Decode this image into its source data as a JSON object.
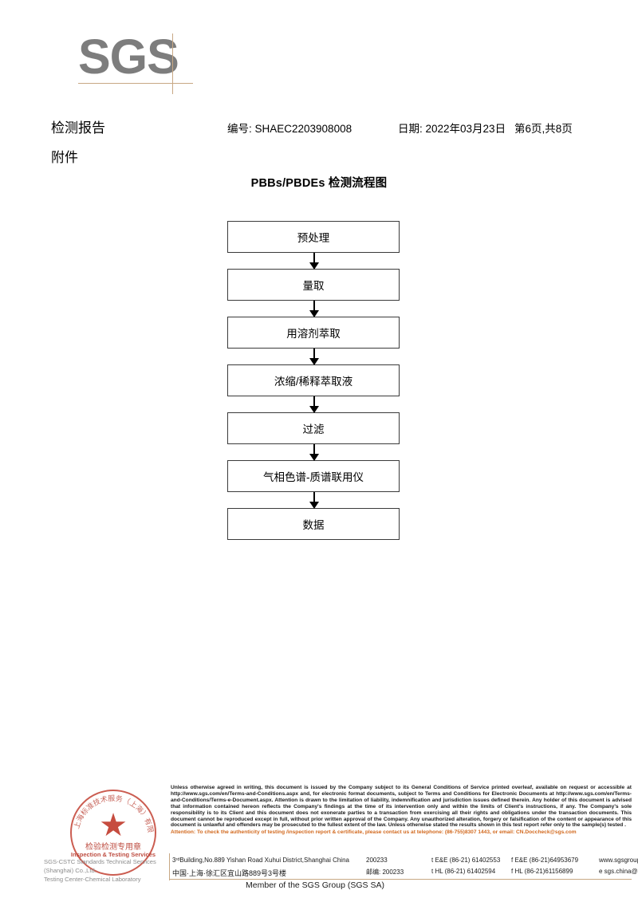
{
  "logo": {
    "text": "SGS"
  },
  "header": {
    "title_main": "检测报告",
    "title_sub": "附件",
    "report_no": "编号: SHAEC2203908008",
    "date": "日期: 2022年03月23日",
    "page": "第6页,共8页"
  },
  "flowchart": {
    "title": "PBBs/PBDEs 检测流程图",
    "steps": [
      {
        "label": "预处理"
      },
      {
        "label": "量取"
      },
      {
        "label": "用溶剂萃取"
      },
      {
        "label": "浓缩/稀释萃取液"
      },
      {
        "label": "过滤"
      },
      {
        "label": "气相色谱-质谱联用仪"
      },
      {
        "label": "数据"
      }
    ]
  },
  "seal": {
    "star": "★",
    "text_cn": "检验检测专用章",
    "text_en": "Inspection & Testing Services",
    "company_line1": "SGS-CSTC Standards Technical Services (Shanghai) Co.,Ltd.",
    "company_line2": "Testing Center-Chemical Laboratory"
  },
  "footer": {
    "legal_text": "Unless otherwise agreed in writing, this document is issued by the Company subject to its General Conditions of Service printed overleaf, available on request or accessible at http://www.sgs.com/en/Terms-and-Conditions.aspx and, for electronic format documents, subject to Terms and Conditions for Electronic Documents at http://www.sgs.com/en/Terms-and-Conditions/Terms-e-Document.aspx. Attention is drawn to the limitation of liability, indemnification and jurisdiction issues defined therein. Any holder of this document is advised that information contained hereon reflects the Company's findings at the time of its intervention only and within the limits of Client's instructions, if any. The Company's sole responsibility is to its Client and this document does not exonerate parties to a transaction from exercising all their rights and obligations under the transaction documents. This document cannot be reproduced except in full, without prior written approval of the Company. Any unauthorized alteration, forgery or falsification of the content or appearance of this document is unlawful and offenders may be prosecuted to the fullest extent of the law. Unless otherwise stated the results shown in this test report refer only to the sample(s) tested .",
    "attention_text": "Attention: To check the authenticity of testing /inspection report & certificate, please contact us at telephone: (86-755)8307 1443, or email: CN.Doccheck@sgs.com",
    "address_en": "3ʳᵈBuilding,No.889 Yishan Road Xuhui District,Shanghai China",
    "zip_en": "200233",
    "tel_en_1": "t E&E (86-21) 61402553",
    "tel_en_2": "f E&E (86-21)64953679",
    "web": "www.sgsgroup.com.cn",
    "address_cn": "中国·上海·徐汇区宜山路889号3号楼",
    "zip_cn": "邮编: 200233",
    "tel_cn_1": "t HL (86-21) 61402594",
    "tel_cn_2": "f HL (86-21)61156899",
    "email": "e  sgs.china@sgs.com",
    "member": "Member of the SGS Group (SGS SA)"
  }
}
